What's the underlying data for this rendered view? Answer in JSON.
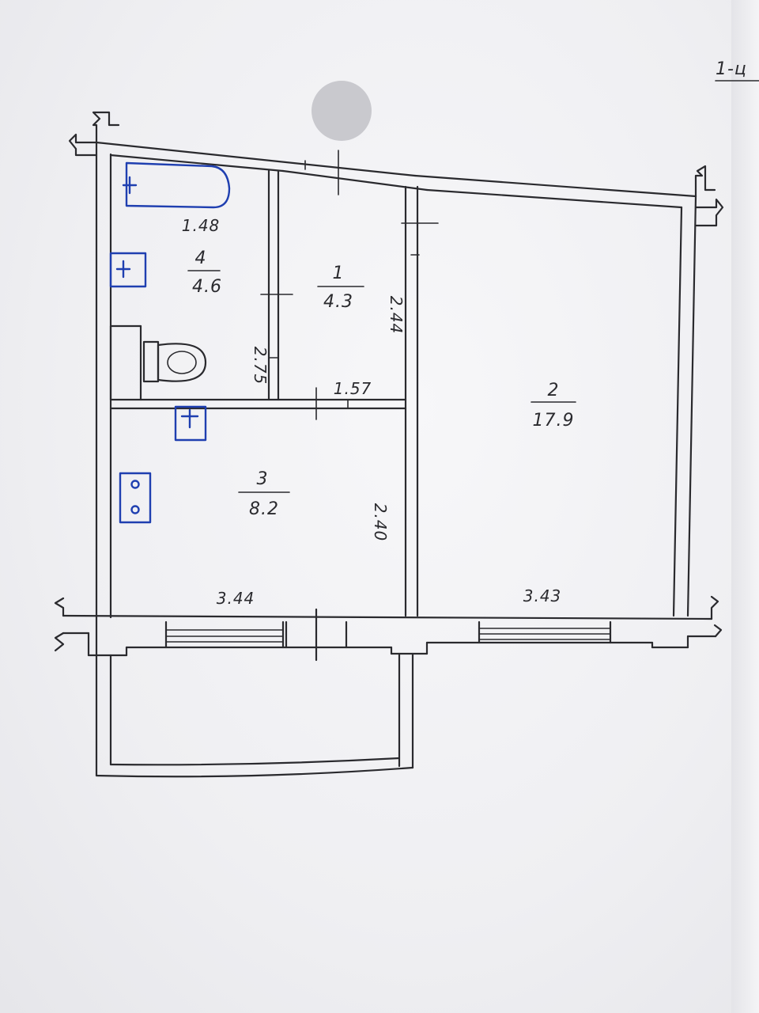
{
  "sheet_mark": "1-ц",
  "rooms": [
    {
      "number": "1",
      "area": "4.3"
    },
    {
      "number": "2",
      "area": "17.9"
    },
    {
      "number": "3",
      "area": "8.2"
    },
    {
      "number": "4",
      "area": "4.6"
    }
  ],
  "dimensions": {
    "bath_width": "1.48",
    "bath_height": "2.75",
    "hall_width": "1.57",
    "hall_height": "2.44",
    "kitchen_height": "2.40",
    "kitchen_width": "3.44",
    "living_width": "3.43"
  },
  "fixture_icons": [
    "bathtub-icon",
    "sink-icon",
    "toilet-icon",
    "kitchen-sink-icon",
    "stove-icon"
  ],
  "colors": {
    "ink": "#2a2a2e",
    "fixtures": "#1f3fb0",
    "paper": "#efeff2"
  }
}
